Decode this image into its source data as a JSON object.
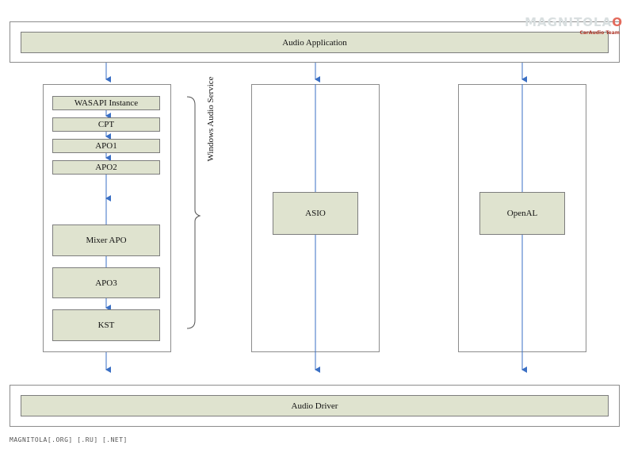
{
  "app_layer": {
    "label": "Audio Application"
  },
  "driver_layer": {
    "label": "Audio Driver"
  },
  "wasapi_stack": {
    "nodes": {
      "wasapi_instance": "WASAPI Instance",
      "cpt": "CPT",
      "apo1": "APO1",
      "apo2": "APO2",
      "mixer_apo": "Mixer APO",
      "apo3": "APO3",
      "kst": "KST"
    },
    "service_label": "Windows Audio Service"
  },
  "asio": {
    "label": "ASIO"
  },
  "openal": {
    "label": "OpenAL"
  },
  "watermark": {
    "main_prefix": "MAGNITOLA",
    "main_o": "O",
    "sub": "CarAudio Team"
  },
  "footer": {
    "text": "MAGNITOLA[.ORG] [.RU] [.NET]"
  },
  "colors": {
    "box_fill": "#dfe3cf",
    "arrow": "#3a6fc4",
    "border": "#8c8c8c"
  }
}
